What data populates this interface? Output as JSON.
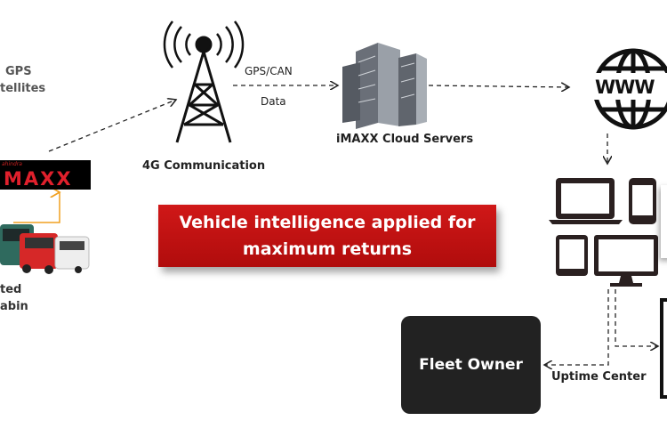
{
  "gps": {
    "line1": "GPS",
    "line2": "tellites"
  },
  "logo": {
    "brand_small": "ahindra",
    "brand": "MAXX"
  },
  "vehicles": {
    "line1": "ted",
    "line2": "abin"
  },
  "tower": {
    "label": "4G Communication"
  },
  "link": {
    "line1": "GPS/CAN",
    "line2": "Data"
  },
  "servers": {
    "label": "iMAXX Cloud Servers"
  },
  "globe": {
    "label": "WWW"
  },
  "banner": {
    "line1": "Vehicle intelligence applied for",
    "line2": "maximum returns"
  },
  "fleet_owner": {
    "label": "Fleet Owner"
  },
  "uptime": {
    "label": "Uptime Center"
  },
  "colors": {
    "banner": "#c01010",
    "logo_text": "#e0202c",
    "arrow_orange": "#f0a020",
    "box_dark": "#222222"
  }
}
